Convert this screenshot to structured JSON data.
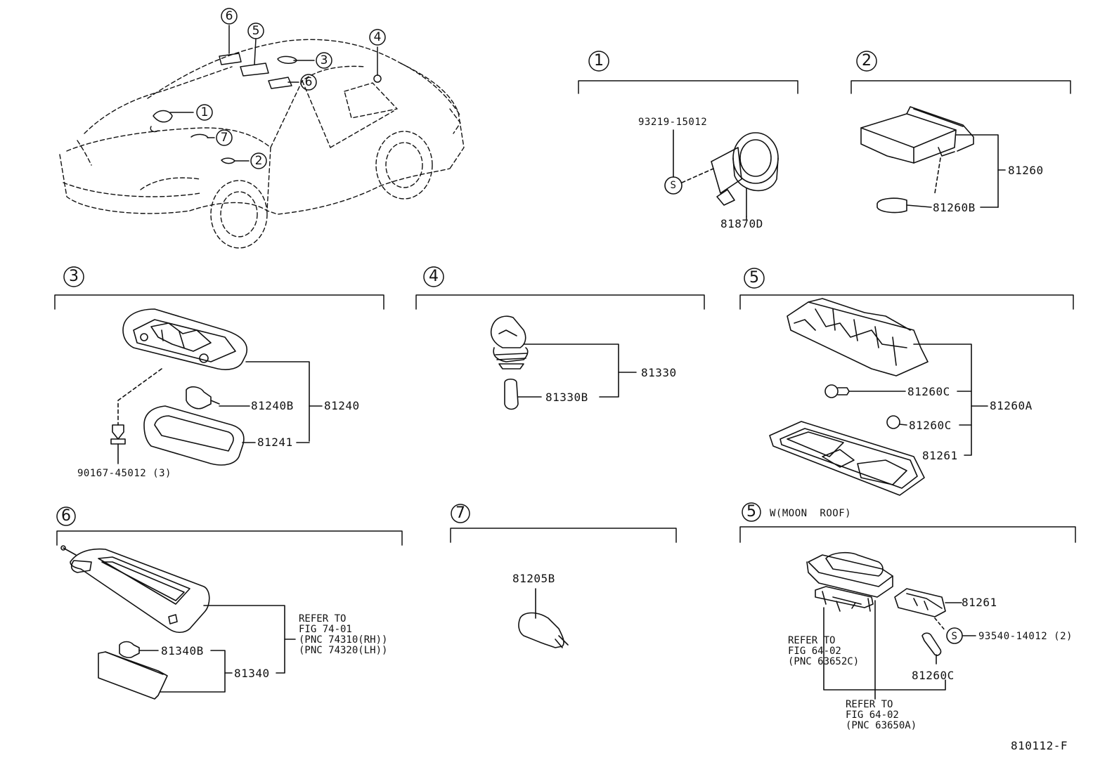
{
  "figure_code": "810112-F",
  "overview": {
    "callouts": [
      "6",
      "5",
      "4",
      "3",
      "6",
      "1",
      "7",
      "2"
    ]
  },
  "sections": [
    {
      "id": "1",
      "number": "1",
      "title": "",
      "parts": [
        "93219-15012",
        "81870D"
      ],
      "seal_symbol": "S"
    },
    {
      "id": "2",
      "number": "2",
      "title": "",
      "parts": [
        "81260",
        "81260B"
      ]
    },
    {
      "id": "3",
      "number": "3",
      "title": "",
      "parts": [
        "81240B",
        "81240",
        "81241",
        "90167-45012 (3)"
      ]
    },
    {
      "id": "4",
      "number": "4",
      "title": "",
      "parts": [
        "81330",
        "81330B"
      ]
    },
    {
      "id": "5",
      "number": "5",
      "title": "",
      "parts": [
        "81260C",
        "81260A",
        "81260C",
        "81261"
      ]
    },
    {
      "id": "6",
      "number": "6",
      "title": "",
      "parts": [
        "81340B",
        "81340"
      ],
      "refer": [
        "REFER TO",
        "FIG 74-01",
        "(PNC 74310(RH))",
        "(PNC 74320(LH))"
      ]
    },
    {
      "id": "7",
      "number": "7",
      "title": "",
      "parts": [
        "81205B"
      ]
    },
    {
      "id": "5w",
      "number": "5",
      "title": "W(MOON  ROOF)",
      "parts": [
        "81261",
        "93540-14012 (2)",
        "81260C"
      ],
      "seal_symbol": "S",
      "refer_a": [
        "REFER TO",
        "FIG 64-02",
        "(PNC 63652C)"
      ],
      "refer_b": [
        "REFER TO",
        "FIG 64-02",
        "(PNC 63650A)"
      ]
    }
  ]
}
